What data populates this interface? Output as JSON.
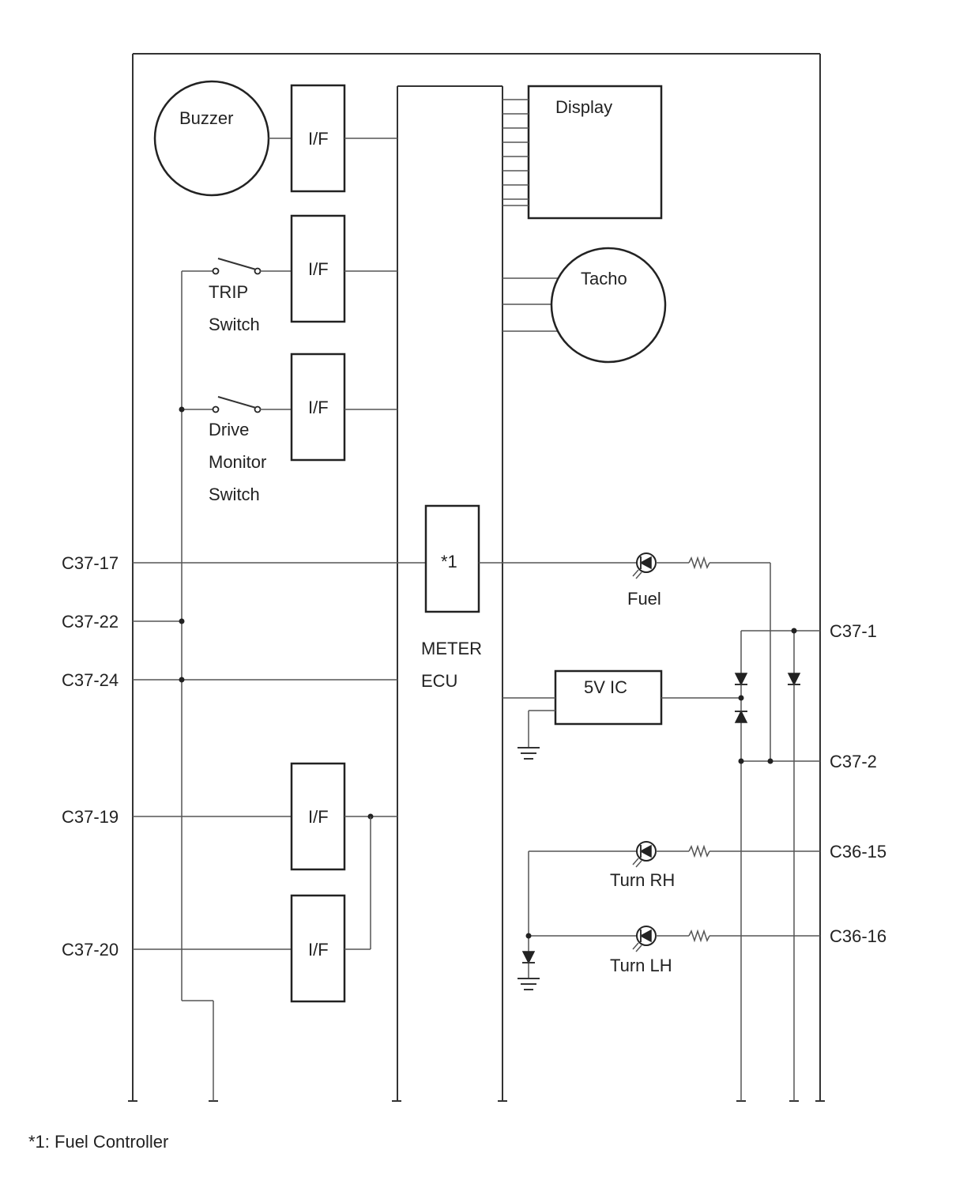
{
  "components": {
    "buzzer": "Buzzer",
    "interface": "I/F",
    "display": "Display",
    "tacho": "Tacho",
    "trip_switch": [
      "TRIP",
      "Switch"
    ],
    "drive_monitor_switch": [
      "Drive",
      "Monitor",
      "Switch"
    ],
    "fuel_controller": "*1",
    "meter_ecu": [
      "METER",
      "ECU"
    ],
    "regulator": "5V IC"
  },
  "indicators": {
    "fuel": "Fuel",
    "turn_rh": "Turn RH",
    "turn_lh": "Turn LH"
  },
  "terminals": {
    "left": [
      "C37-17",
      "C37-22",
      "C37-24",
      "C37-19",
      "C37-20"
    ],
    "right": [
      "C37-1",
      "C37-2",
      "C36-15",
      "C36-16"
    ]
  },
  "footnote": "*1: Fuel Controller"
}
